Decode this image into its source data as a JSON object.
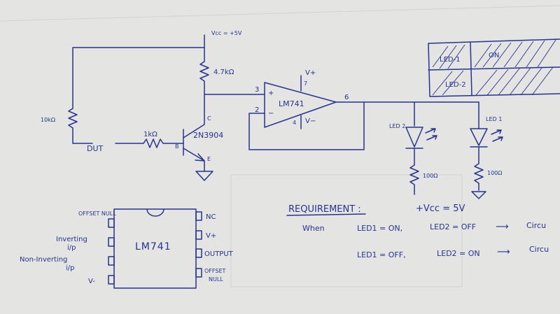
{
  "palette": {
    "paper": "#e4e4e2",
    "ink": "#27338f"
  },
  "circuit": {
    "vcc_label": "Vcc = +5V",
    "r_collector": "4.7kΩ",
    "r_feedback": "10kΩ",
    "r_base": "1kΩ",
    "dut": "DUT",
    "transistor": "2N3904",
    "pin_c": "C",
    "pin_b": "B",
    "pin_e": "E",
    "opamp": "LM741",
    "pin3": "3",
    "pin2": "2",
    "pin6": "6",
    "pin7": "7",
    "pin4": "4",
    "plus": "+",
    "minus": "−",
    "vplus": "V+",
    "vminus": "V−",
    "led2": "LED 2",
    "led1": "LED 1",
    "r_led2": "100Ω",
    "r_led1": "100Ω",
    "vcc_bottom": "+Vcc = 5V"
  },
  "legend_table": {
    "row1_led": "LED-1",
    "row1_state": "ON",
    "row2_led": "LED-2"
  },
  "ic": {
    "name": "LM741",
    "pin_left_1": "OFFSET NULL",
    "pin_left_2a": "Inverting",
    "pin_left_2b": "i/p",
    "pin_left_3a": "Non-Inverting",
    "pin_left_3b": "i/p",
    "pin_left_4": "V-",
    "pin_right_1": "NC",
    "pin_right_2": "V+",
    "pin_right_3": "OUTPUT",
    "pin_right_4a": "OFFSET",
    "pin_right_4b": "NULL"
  },
  "requirement": {
    "title": "REQUIREMENT :",
    "when": "When",
    "line1_led1": "LED1 = ON,",
    "line1_led2": "LED2 = OFF",
    "line1_arrow": "⟶",
    "line1_result": "Circu",
    "line2_led1": "LED1 = OFF,",
    "line2_led2": "LED2 = ON",
    "line2_arrow": "⟶",
    "line2_result": "Circu"
  }
}
